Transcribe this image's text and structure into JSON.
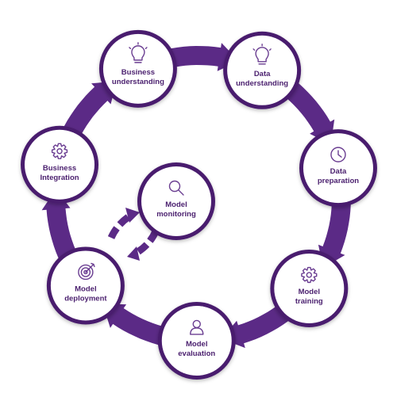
{
  "colors": {
    "ring": "#5b2a86",
    "ring_dark": "#4a1f6e",
    "node_fill": "#ffffff",
    "label": "#4a1f6e",
    "icon": "#6a3d91",
    "background": "#ffffff"
  },
  "diagram": {
    "nodes": [
      {
        "id": "business-understanding",
        "icon": "lightbulb-icon",
        "line1": "Business",
        "line2": "understanding"
      },
      {
        "id": "data-understanding",
        "icon": "lightbulb-icon",
        "line1": "Data",
        "line2": "understanding"
      },
      {
        "id": "data-preparation",
        "icon": "clock-icon",
        "line1": "Data",
        "line2": "preparation"
      },
      {
        "id": "model-training",
        "icon": "gear-icon",
        "line1": "Model",
        "line2": "training"
      },
      {
        "id": "model-evaluation",
        "icon": "user-icon",
        "line1": "Model",
        "line2": "evaluation"
      },
      {
        "id": "model-deployment",
        "icon": "target-icon",
        "line1": "Model",
        "line2": "deployment"
      },
      {
        "id": "business-integration",
        "icon": "gear-icon",
        "line1": "Business",
        "line2": "Integration"
      }
    ],
    "center": {
      "id": "model-monitoring",
      "icon": "magnifier-icon",
      "line1": "Model",
      "line2": "monitoring"
    }
  }
}
